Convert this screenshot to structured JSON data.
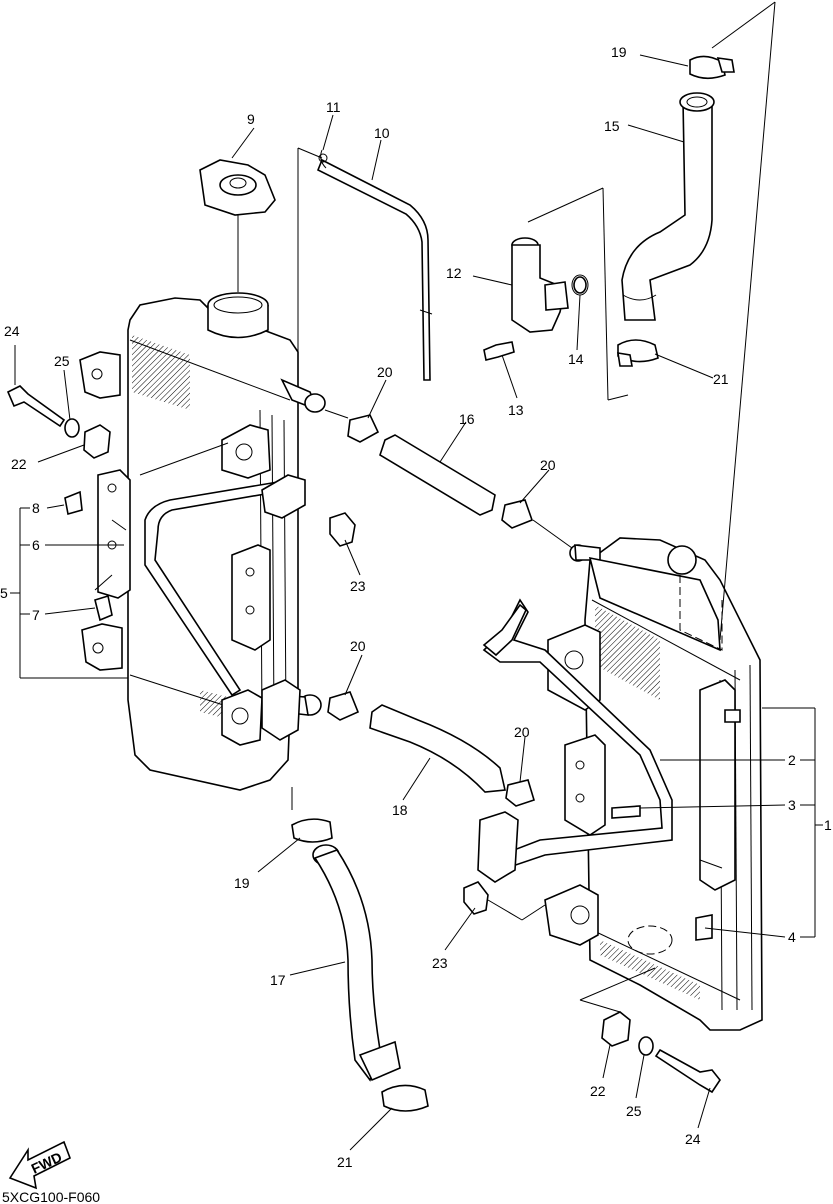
{
  "diagram": {
    "drawing_code": "5XCG100-F060",
    "fwd_label": "FWD",
    "callouts": [
      {
        "id": "c19a",
        "text": "19"
      },
      {
        "id": "c15",
        "text": "15"
      },
      {
        "id": "c9",
        "text": "9"
      },
      {
        "id": "c11",
        "text": "11"
      },
      {
        "id": "c10",
        "text": "10"
      },
      {
        "id": "c12",
        "text": "12"
      },
      {
        "id": "c14",
        "text": "14"
      },
      {
        "id": "c21a",
        "text": "21"
      },
      {
        "id": "c13",
        "text": "13"
      },
      {
        "id": "c24a",
        "text": "24"
      },
      {
        "id": "c25a",
        "text": "25"
      },
      {
        "id": "c20a",
        "text": "20"
      },
      {
        "id": "c16",
        "text": "16"
      },
      {
        "id": "c22a",
        "text": "22"
      },
      {
        "id": "c20b",
        "text": "20"
      },
      {
        "id": "c8",
        "text": "8"
      },
      {
        "id": "c6",
        "text": "6"
      },
      {
        "id": "c5",
        "text": "5"
      },
      {
        "id": "c7",
        "text": "7"
      },
      {
        "id": "c23a",
        "text": "23"
      },
      {
        "id": "c20c",
        "text": "20"
      },
      {
        "id": "c20d",
        "text": "20"
      },
      {
        "id": "c2",
        "text": "2"
      },
      {
        "id": "c18",
        "text": "18"
      },
      {
        "id": "c3",
        "text": "3"
      },
      {
        "id": "c1",
        "text": "1"
      },
      {
        "id": "c19b",
        "text": "19"
      },
      {
        "id": "c23b",
        "text": "23"
      },
      {
        "id": "c4",
        "text": "4"
      },
      {
        "id": "c17",
        "text": "17"
      },
      {
        "id": "c22b",
        "text": "22"
      },
      {
        "id": "c25b",
        "text": "25"
      },
      {
        "id": "c24b",
        "text": "24"
      },
      {
        "id": "c21b",
        "text": "21"
      }
    ]
  }
}
